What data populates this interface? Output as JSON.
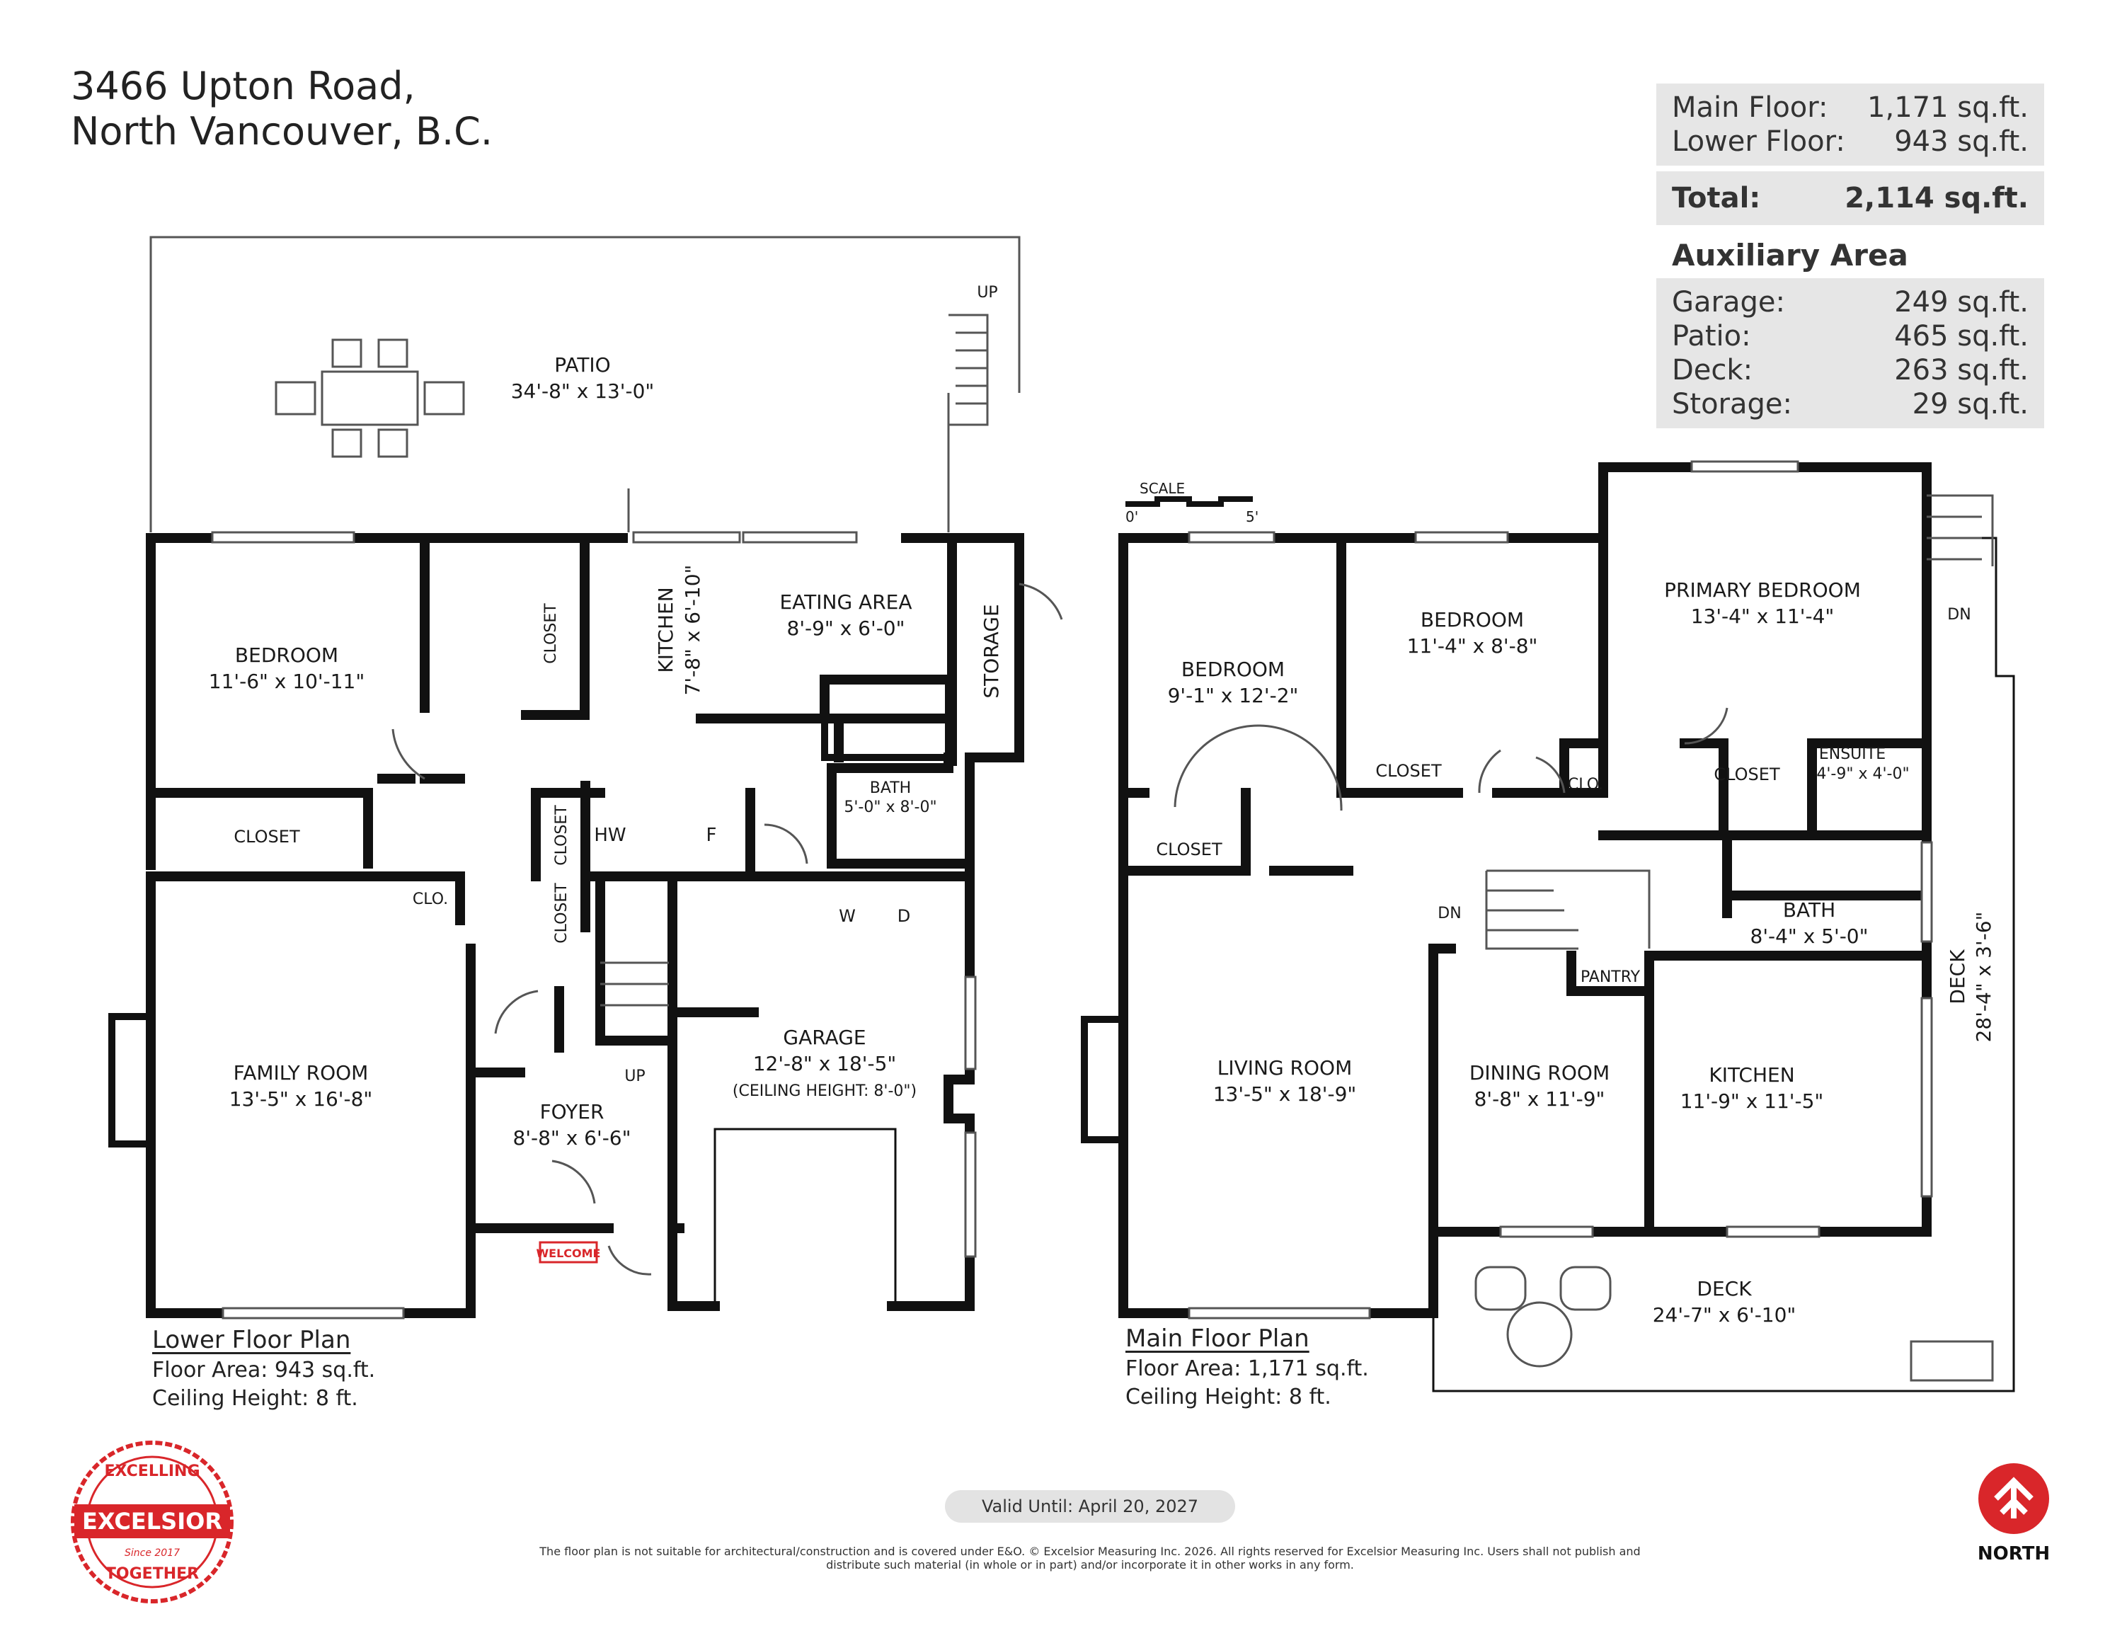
{
  "address": {
    "line1": "3466 Upton Road,",
    "line2": "North Vancouver, B.C."
  },
  "areas": {
    "main_floor": {
      "label": "Main Floor:",
      "value": "1,171 sq.ft."
    },
    "lower_floor": {
      "label": "Lower Floor:",
      "value": "943 sq.ft."
    },
    "total": {
      "label": "Total:",
      "value": "2,114 sq.ft."
    }
  },
  "auxiliary": {
    "heading": "Auxiliary Area",
    "garage": {
      "label": "Garage:",
      "value": "249 sq.ft."
    },
    "patio": {
      "label": "Patio:",
      "value": "465 sq.ft."
    },
    "deck": {
      "label": "Deck:",
      "value": "263 sq.ft."
    },
    "storage": {
      "label": "Storage:",
      "value": "29 sq.ft."
    }
  },
  "lower_floor_plan": {
    "title": "Lower Floor Plan",
    "floor_area": "Floor Area: 943 sq.ft.",
    "ceiling": "Ceiling Height: 8 ft.",
    "rooms": {
      "patio": {
        "name": "PATIO",
        "dims": "34'-8\" x 13'-0\""
      },
      "bedroom": {
        "name": "BEDROOM",
        "dims": "11'-6\" x 10'-11\""
      },
      "closet_bed": "CLOSET",
      "closet_hall": "CLOSET",
      "closet2": "CLOSET",
      "closet3": "CLOSET",
      "clo": "CLO.",
      "kitchen": {
        "name": "KITCHEN",
        "dims": "7'-8\" x 6'-10\""
      },
      "eating": {
        "name": "EATING AREA",
        "dims": "8'-9\" x 6'-0\""
      },
      "storage": "STORAGE",
      "bath": {
        "name": "BATH",
        "dims": "5'-0\" x 8'-0\""
      },
      "hw": "HW",
      "f": "F",
      "w": "W",
      "d": "D",
      "family": {
        "name": "FAMILY ROOM",
        "dims": "13'-5\" x 16'-8\""
      },
      "foyer": {
        "name": "FOYER",
        "dims": "8'-8\" x 6'-6\""
      },
      "garage": {
        "name": "GARAGE",
        "dims": "12'-8\" x 18'-5\"",
        "note": "(CEILING HEIGHT: 8'-0\")"
      },
      "up1": "UP",
      "up2": "UP",
      "welcome": "WELCOME"
    }
  },
  "main_floor_plan": {
    "title": "Main Floor Plan",
    "floor_area": "Floor Area: 1,171 sq.ft.",
    "ceiling": "Ceiling Height: 8 ft.",
    "scale": {
      "label": "SCALE",
      "min": "0'",
      "max": "5'"
    },
    "rooms": {
      "bedroom1": {
        "name": "BEDROOM",
        "dims": "9'-1\" x 12'-2\""
      },
      "bedroom2": {
        "name": "BEDROOM",
        "dims": "11'-4\" x 8'-8\""
      },
      "primary": {
        "name": "PRIMARY BEDROOM",
        "dims": "13'-4\" x 11'-4\""
      },
      "closet1": "CLOSET",
      "closet2": "CLOSET",
      "closet3": "CLOSET",
      "clo": "CLO.",
      "ensuite": {
        "name": "ENSUITE",
        "dims": "4'-9\" x 4'-0\""
      },
      "bath": {
        "name": "BATH",
        "dims": "8'-4\" x 5'-0\""
      },
      "pantry": "PANTRY",
      "living": {
        "name": "LIVING ROOM",
        "dims": "13'-5\" x 18'-9\""
      },
      "dining": {
        "name": "DINING ROOM",
        "dims": "8'-8\" x 11'-9\""
      },
      "kitchen": {
        "name": "KITCHEN",
        "dims": "11'-9\" x 11'-5\""
      },
      "deck_rear": {
        "name": "DECK",
        "dims": "24'-7\" x 6'-10\""
      },
      "deck_side": {
        "name": "DECK",
        "dims": "28'-4\" x 3'-6\""
      },
      "dn1": "DN",
      "dn2": "DN"
    }
  },
  "badge": {
    "top": "EXCELLING",
    "middle": "EXCELSIOR",
    "bottom": "TOGETHER",
    "since": "Since 2017"
  },
  "north_label": "NORTH",
  "valid_until": "Valid Until: April 20, 2027",
  "disclaimer": "The floor plan is not suitable for architectural/construction and is covered under E&O. © Excelsior Measuring Inc. 2026. All rights reserved for Excelsior Measuring Inc. Users shall not publish and distribute such material (in whole or in part) and/or incorporate it in other works in any form.",
  "colors": {
    "wall": "#111111",
    "panel": "#e6e6e6",
    "brand_red": "#d9262a"
  }
}
